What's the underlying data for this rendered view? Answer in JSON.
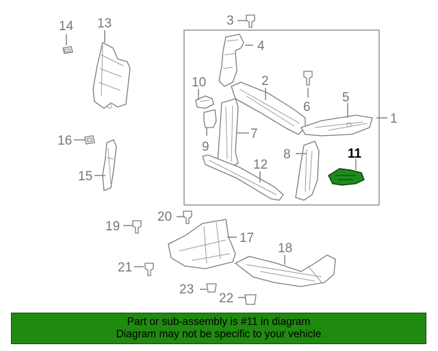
{
  "callouts": {
    "c1": "1",
    "c2": "2",
    "c3": "3",
    "c4": "4",
    "c5": "5",
    "c6": "6",
    "c7": "7",
    "c8": "8",
    "c9": "9",
    "c10": "10",
    "c11": "11",
    "c12": "12",
    "c13": "13",
    "c14": "14",
    "c15": "15",
    "c16": "16",
    "c17": "17",
    "c18": "18",
    "c19": "19",
    "c20": "20",
    "c21": "21",
    "c22": "22",
    "c23": "23"
  },
  "banner": {
    "line1": "Part or sub-assembly is #11 in diagram",
    "line2": "Diagram may not be specific to your vehicle"
  },
  "colors": {
    "highlight": "#1f8a1f",
    "banner_bg": "#1f8a0f",
    "line": "#888888"
  }
}
